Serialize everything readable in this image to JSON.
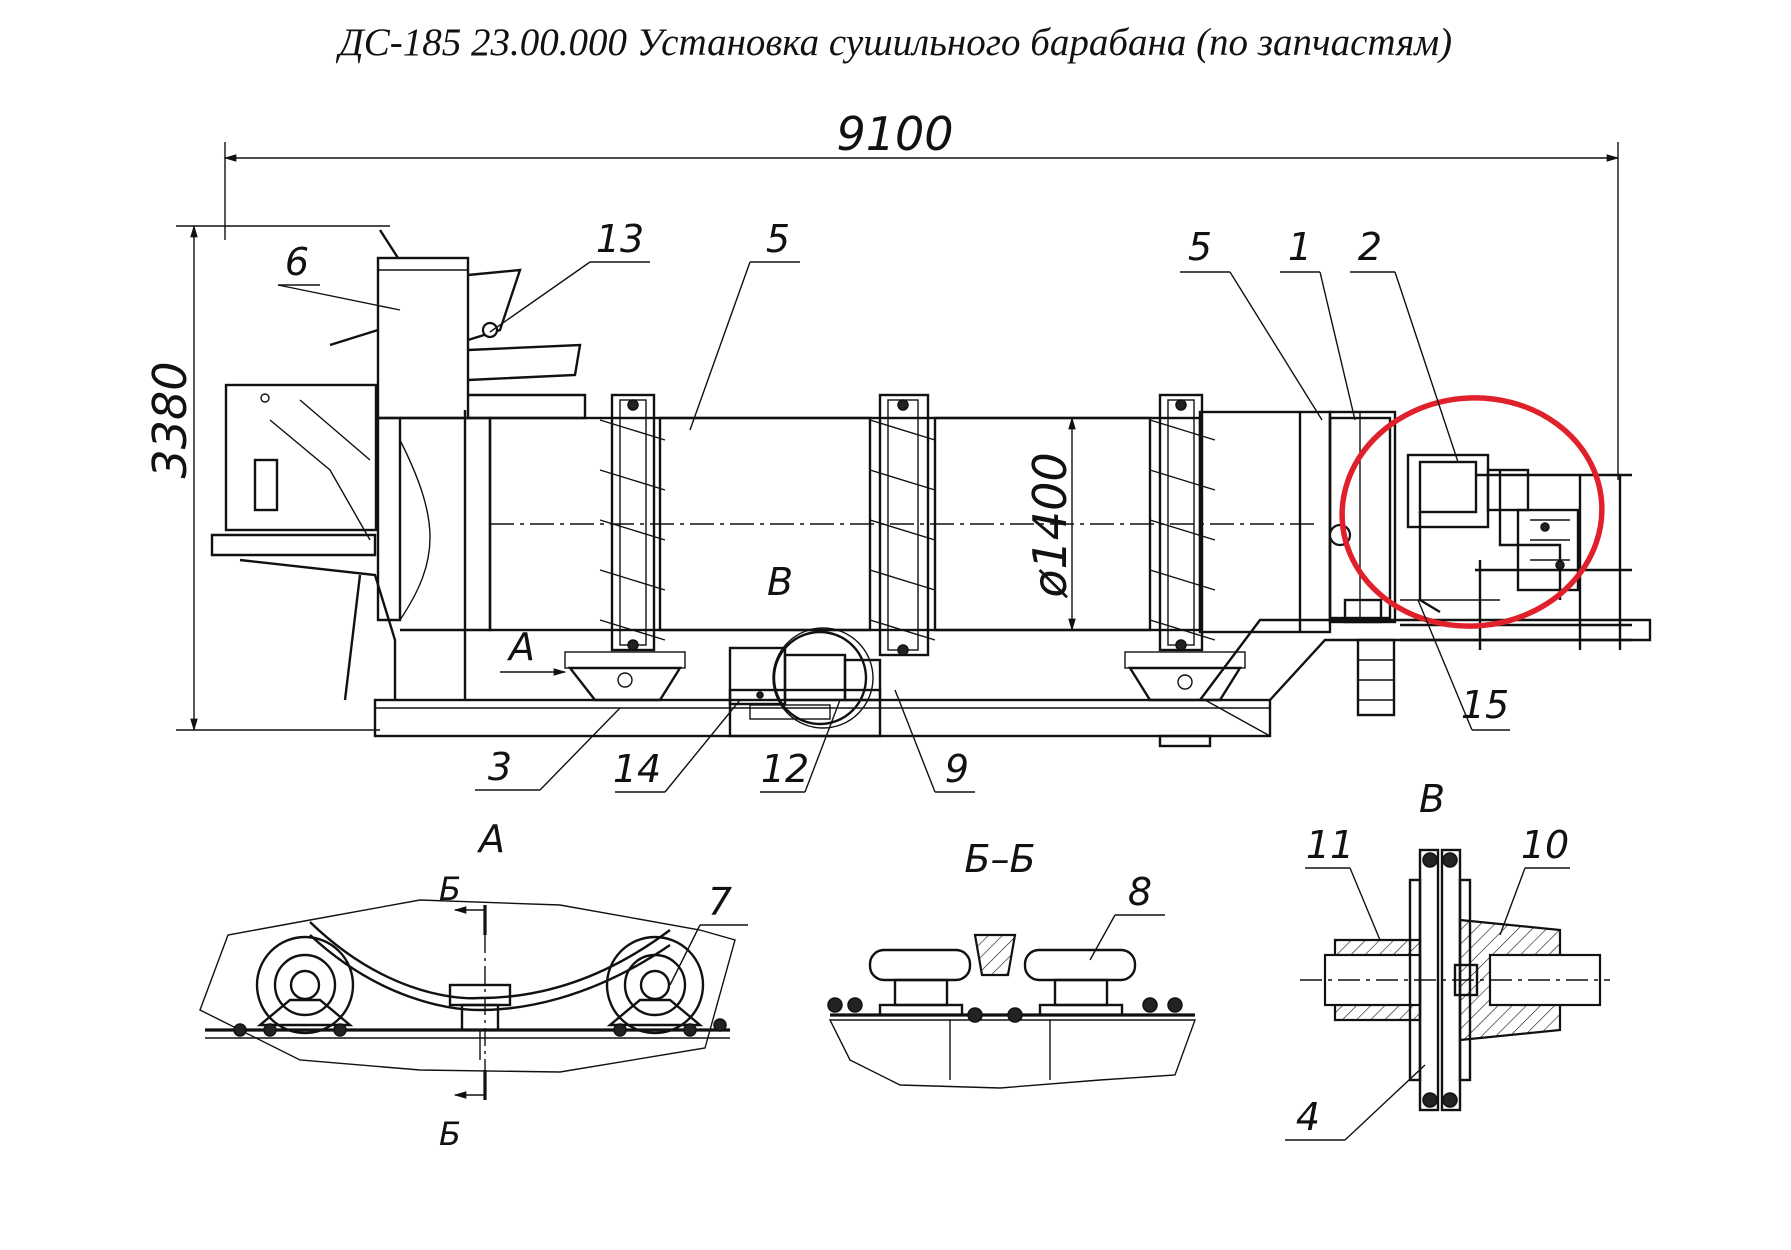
{
  "title": "ДС-185 23.00.000 Установка сушильного барабана (по запчастям)",
  "dimensions": {
    "length": "9100",
    "height": "3380",
    "drum_diameter": "ø1400"
  },
  "callouts": {
    "c1": "1",
    "c2": "2",
    "c3": "3",
    "c4": "4",
    "c5a": "5",
    "c5b": "5",
    "c6": "6",
    "c7": "7",
    "c8": "8",
    "c9": "9",
    "c10": "10",
    "c11": "11",
    "c12": "12",
    "c13": "13",
    "c14": "14",
    "c15": "15"
  },
  "view_markers": {
    "view_a_arrow": "А",
    "view_v_circle": "В"
  },
  "detail_views": {
    "view_a": {
      "title": "А",
      "section_top": "Б",
      "section_bottom": "Б"
    },
    "section_bb": {
      "title": "Б–Б"
    },
    "view_v": {
      "title": "В"
    }
  },
  "highlight": {
    "color": "#e0202a",
    "shape": "ellipse"
  },
  "colors": {
    "ink": "#111111",
    "background": "#ffffff"
  }
}
